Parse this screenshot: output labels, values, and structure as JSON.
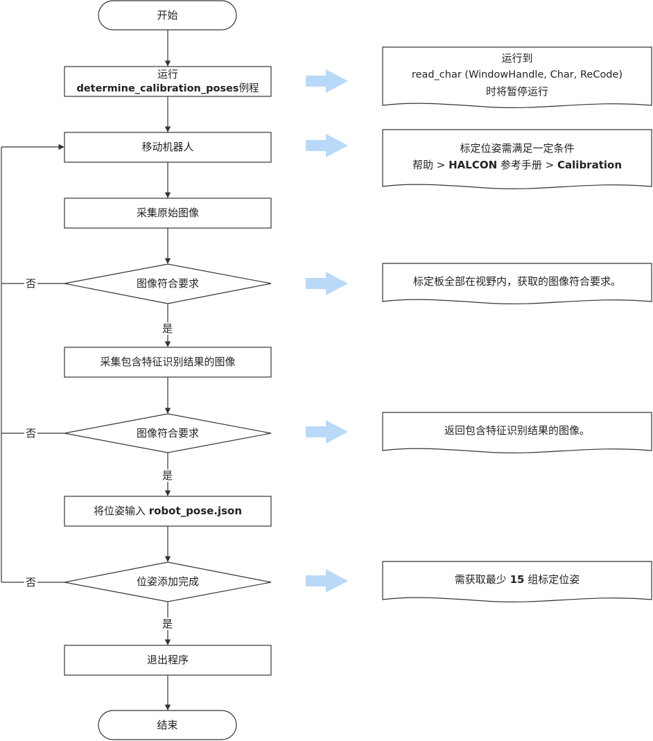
{
  "flow": {
    "start": "开始",
    "run": {
      "line1": "运行",
      "code": "determine_calibration_poses",
      "suffix": "例程"
    },
    "move_robot": "移动机器人",
    "capture_raw": "采集原始图像",
    "decision_image_1": "图像符合要求",
    "capture_feature": "采集包含特征识别结果的图像",
    "decision_image_2": "图像符合要求",
    "input_pose": {
      "prefix": "将位姿输入 ",
      "file": "robot_pose.json"
    },
    "decision_pose": "位姿添加完成",
    "exit": "退出程序",
    "end": "结束",
    "yes": "是",
    "no": "否"
  },
  "notes": {
    "run_note": {
      "line1": "运行到",
      "line2": "read_char (WindowHandle, Char, ReCode)",
      "line3": "时将暂停运行"
    },
    "pose_note": {
      "line1": "标定位姿需满足一定条件",
      "help_prefix": "帮助 > ",
      "halcon": "HALCON",
      "manual": " 参考手册 > ",
      "calibration": "Calibration"
    },
    "board_note": "标定板全部在视野内，获取的图像符合要求。",
    "feature_note": "返回包含特征识别结果的图像。",
    "count_note": {
      "prefix": "需获取最少 ",
      "count": "15",
      "suffix": " 组标定位姿"
    }
  },
  "colors": {
    "stroke": "#333333",
    "arrow_fill": "#b9d9f8",
    "text": "#222222",
    "background": "#ffffff"
  }
}
